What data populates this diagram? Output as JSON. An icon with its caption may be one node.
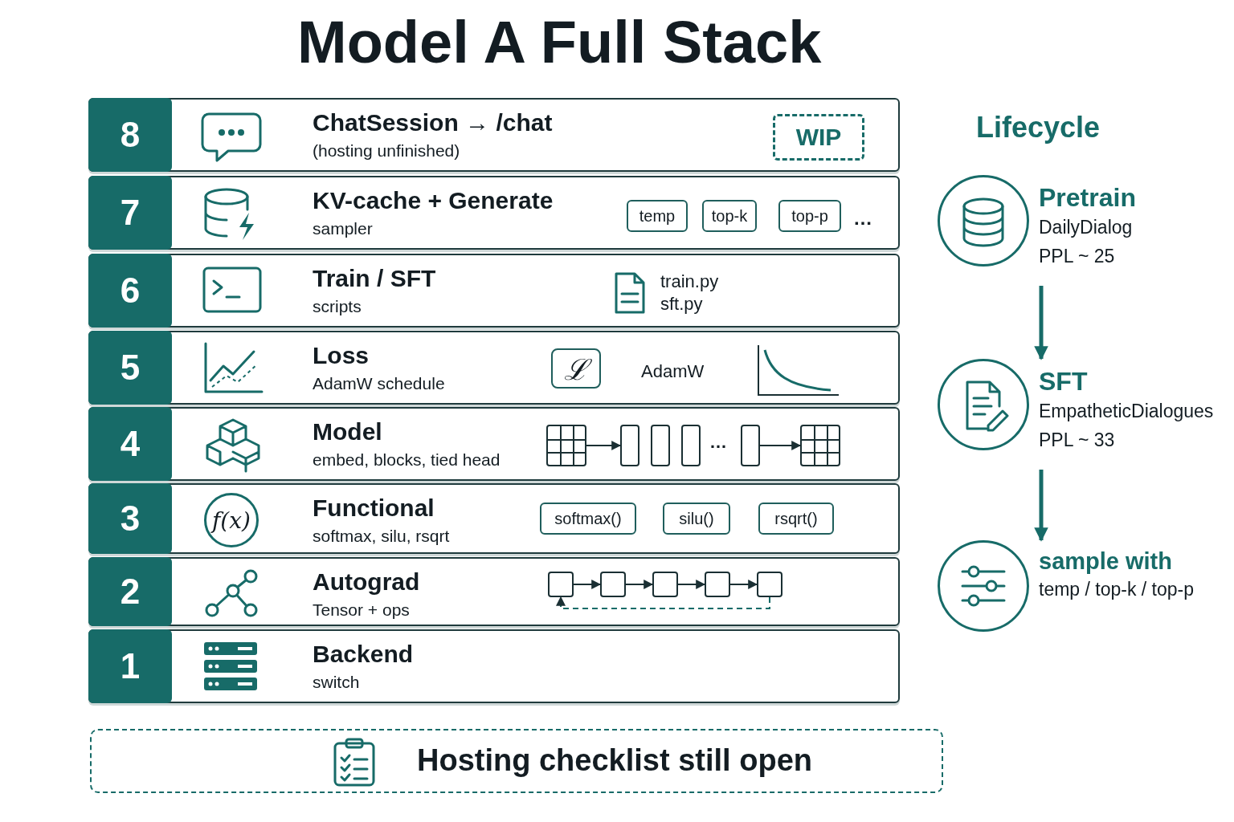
{
  "diagram": {
    "title": "Model A Full Stack",
    "nodes": [
      {
        "text": [
          "8",
          "ChatSession → /chat",
          "(hosting unfinished)"
        ]
      },
      {
        "text": [
          "WIP"
        ],
        "in": 0
      },
      {
        "text": [
          "7",
          "KV-cache + Generate",
          "sampler"
        ]
      },
      {
        "text": [
          "temp"
        ],
        "in": 2
      },
      {
        "text": [
          "top-k"
        ],
        "in": 2
      },
      {
        "text": [
          "top-p"
        ],
        "in": 2
      },
      {
        "text": [
          "6",
          "Train / SFT",
          "scripts"
        ]
      },
      {
        "text": [
          "5",
          "Loss",
          "AdamW schedule"
        ]
      },
      {
        "text": [
          "ℒ"
        ],
        "in": 7
      },
      {
        "text": [
          "4",
          "Model",
          "embed, blocks, tied head"
        ]
      },
      {
        "text": [],
        "shape": "box",
        "in": 9
      },
      {
        "text": [],
        "shape": "box",
        "in": 9
      },
      {
        "text": [],
        "shape": "box",
        "in": 9
      },
      {
        "text": [],
        "shape": "box",
        "in": 9
      },
      {
        "text": [],
        "shape": "box",
        "in": 9
      },
      {
        "text": [],
        "shape": "box",
        "in": 9
      },
      {
        "text": [
          "3",
          "Functional",
          "softmax, silu, rsqrt"
        ]
      },
      {
        "text": [
          "f(x)"
        ],
        "in": 16
      },
      {
        "text": [
          "softmax()"
        ],
        "in": 16
      },
      {
        "text": [
          "silu()"
        ],
        "in": 16
      },
      {
        "text": [
          "rsqrt()"
        ],
        "in": 16
      },
      {
        "text": [
          "2",
          "Autograd",
          "Tensor + ops"
        ]
      },
      {
        "text": [],
        "shape": "box",
        "in": 21
      },
      {
        "text": [],
        "shape": "box",
        "in": 21
      },
      {
        "text": [],
        "shape": "box",
        "in": 21
      },
      {
        "text": [],
        "shape": "box",
        "in": 21
      },
      {
        "text": [],
        "shape": "box",
        "in": 21
      },
      {
        "text": [
          "1",
          "Backend",
          "switch"
        ]
      },
      {
        "text": [
          "Hosting checklist still open"
        ]
      },
      {
        "text": [
          "Pretrain",
          "DailyDialog",
          "PPL ~ 25"
        ]
      },
      {
        "text": [
          "SFT",
          "EmpatheticDialogues",
          "PPL ~ 33"
        ]
      },
      {
        "text": [
          "sample with",
          "temp / top-k / top-p"
        ]
      }
    ],
    "edges": [
      {
        "from": 10,
        "to": 11,
        "arrow": "to"
      },
      {
        "from": 14,
        "to": 15,
        "arrow": "to"
      },
      {
        "from": 22,
        "to": 23,
        "arrow": "to"
      },
      {
        "from": 23,
        "to": 24,
        "arrow": "to"
      },
      {
        "from": 24,
        "to": 25,
        "arrow": "to"
      },
      {
        "from": 25,
        "to": 26,
        "arrow": "to"
      },
      {
        "from": 26,
        "to": 22,
        "arrow": "to",
        "style": "dashed"
      },
      {
        "from": 29,
        "to": 30,
        "arrow": "to",
        "style": "thick"
      },
      {
        "from": 30,
        "to": 31,
        "arrow": "to",
        "style": "thick"
      }
    ],
    "labels": [
      "Lifecycle",
      "…",
      "train.py",
      "sft.py",
      "AdamW",
      "…"
    ]
  }
}
